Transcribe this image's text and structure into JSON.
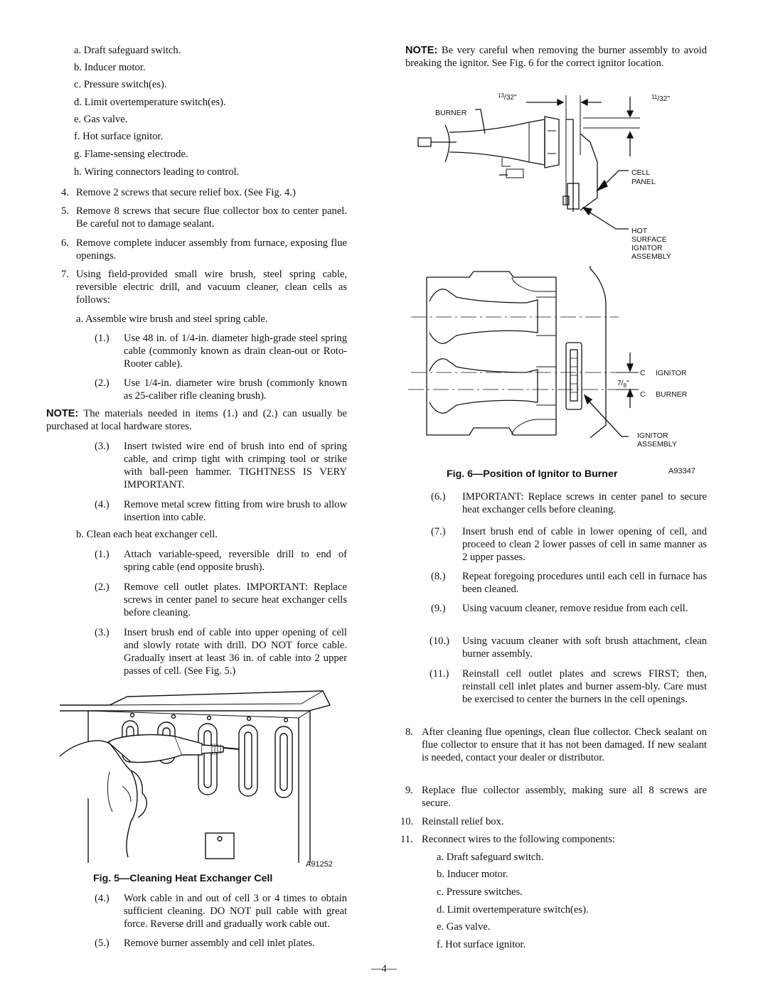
{
  "left": {
    "item3_subitems": [
      {
        "label": "a.",
        "text": "Draft safeguard switch."
      },
      {
        "label": "b.",
        "text": "Inducer motor."
      },
      {
        "label": "c.",
        "text": "Pressure switch(es)."
      },
      {
        "label": "d.",
        "text": "Limit overtemperature switch(es)."
      },
      {
        "label": "e.",
        "text": "Gas valve."
      },
      {
        "label": "f.",
        "text": "Hot surface ignitor."
      },
      {
        "label": "g.",
        "text": "Flame-sensing electrode."
      },
      {
        "label": "h.",
        "text": "Wiring connectors leading to control."
      }
    ],
    "step4": {
      "num": "4.",
      "text": "Remove 2 screws that secure relief box. (See Fig. 4.)"
    },
    "step5": {
      "num": "5.",
      "text": "Remove 8 screws that secure flue collector box to center panel. Be careful not to damage sealant."
    },
    "step6": {
      "num": "6.",
      "text": "Remove complete inducer assembly from furnace, exposing flue openings."
    },
    "step7": {
      "num": "7.",
      "text": "Using field-provided small wire brush, steel spring cable, reversible electric drill, and vacuum cleaner, clean cells as follows:"
    },
    "step7a": {
      "label": "a.",
      "text": "Assemble wire brush and steel spring cable."
    },
    "a1": {
      "num": "(1.)",
      "text": "Use 48 in. of 1/4-in. diameter high-grade steel spring cable (commonly known as drain clean-out or Roto-Rooter cable)."
    },
    "a2": {
      "num": "(2.)",
      "text": "Use 1/4-in. diameter wire brush (commonly known as 25-caliber rifle cleaning brush)."
    },
    "note_label": "NOTE:",
    "note_text": "The materials needed in items (1.) and (2.) can usually be purchased at local hardware stores.",
    "a3": {
      "num": "(3.)",
      "text": "Insert twisted wire end of brush into end of spring cable, and crimp tight with crimping tool or strike with ball-peen hammer. TIGHTNESS IS VERY IMPORTANT."
    },
    "a4": {
      "num": "(4.)",
      "text": "Remove metal screw fitting from wire brush to allow insertion into cable."
    },
    "step7b": {
      "label": "b.",
      "text": "Clean each heat exchanger cell."
    },
    "b1": {
      "num": "(1.)",
      "text": "Attach variable-speed, reversible drill to end of spring cable (end opposite brush)."
    },
    "b2": {
      "num": "(2.)",
      "text": "Remove cell outlet plates. IMPORTANT: Replace screws in center panel to secure heat exchanger cells before cleaning."
    },
    "b3": {
      "num": "(3.)",
      "text": "Insert brush end of cable into upper opening of cell and slowly rotate with drill. DO NOT force cable. Gradually insert at least 36 in. of cable into 2 upper passes of cell. (See Fig. 5.)"
    },
    "fig5_code": "A91252",
    "fig5_caption": "Fig. 5—Cleaning Heat Exchanger Cell",
    "b4": {
      "num": "(4.)",
      "text": "Work cable in and out of cell 3 or 4 times to obtain sufficient cleaning. DO NOT pull cable with great force. Reverse drill and gradually work cable out."
    },
    "b5": {
      "num": "(5.)",
      "text": "Remove burner assembly and cell inlet plates."
    }
  },
  "right": {
    "note_label": "NOTE:",
    "note_text": "Be very careful when removing the burner assembly to avoid breaking the ignitor. See Fig. 6 for the correct ignitor location.",
    "fig6": {
      "dim_13_32_num": "13",
      "dim_13_32_den": "32",
      "dim_11_32_num": "11",
      "dim_11_32_den": "32",
      "dim_7_8_num": "7",
      "dim_7_8_den": "8",
      "inch": "\"",
      "burner_label": "BURNER",
      "cell_panel_l1": "CELL",
      "cell_panel_l2": "PANEL",
      "hsi_l1": "HOT",
      "hsi_l2": "SURFACE",
      "hsi_l3": "IGNITOR",
      "hsi_l4": "ASSEMBLY",
      "cl_symbol": "C",
      "cl_ignitor": "IGNITOR",
      "cl_burner": "BURNER",
      "ign_asm_l1": "IGNITOR",
      "ign_asm_l2": "ASSEMBLY",
      "code": "A93347"
    },
    "fig6_caption": "Fig. 6—Position of Ignitor to Burner",
    "b6": {
      "num": "(6.)",
      "text": "IMPORTANT: Replace screws in center panel to secure heat exchanger cells before cleaning."
    },
    "b7": {
      "num": "(7.)",
      "text": "Insert brush end of cable in lower opening of cell, and proceed to clean 2 lower passes of cell in same manner as 2 upper passes."
    },
    "b8": {
      "num": "(8.)",
      "text": "Repeat foregoing procedures until each cell in furnace has been cleaned."
    },
    "b9": {
      "num": "(9.)",
      "text": "Using vacuum cleaner, remove residue from each cell."
    },
    "b10": {
      "num": "(10.)",
      "text": "Using vacuum cleaner with soft brush attachment, clean burner assembly."
    },
    "b11": {
      "num": "(11.)",
      "text": "Reinstall cell outlet plates and screws FIRST; then, reinstall cell inlet plates and burner assem-bly. Care must be exercised to center the burners in the cell openings."
    },
    "step8": {
      "num": "8.",
      "text": "After cleaning flue openings, clean flue collector. Check sealant on flue collector to ensure that it has not been damaged. If new sealant is needed, contact your dealer or distributor."
    },
    "step9": {
      "num": "9.",
      "text": "Replace flue collector assembly, making sure all 8 screws are secure."
    },
    "step10": {
      "num": "10.",
      "text": "Reinstall relief box."
    },
    "step11": {
      "num": "11.",
      "text": "Reconnect wires to the following components:"
    },
    "step11_subitems": [
      {
        "label": "a.",
        "text": "Draft safeguard switch."
      },
      {
        "label": "b.",
        "text": "Inducer motor."
      },
      {
        "label": "c.",
        "text": "Pressure switches."
      },
      {
        "label": "d.",
        "text": "Limit overtemperature switch(es)."
      },
      {
        "label": "e.",
        "text": "Gas valve."
      },
      {
        "label": "f.",
        "text": "Hot surface ignitor."
      }
    ]
  },
  "page_number": "—4—"
}
